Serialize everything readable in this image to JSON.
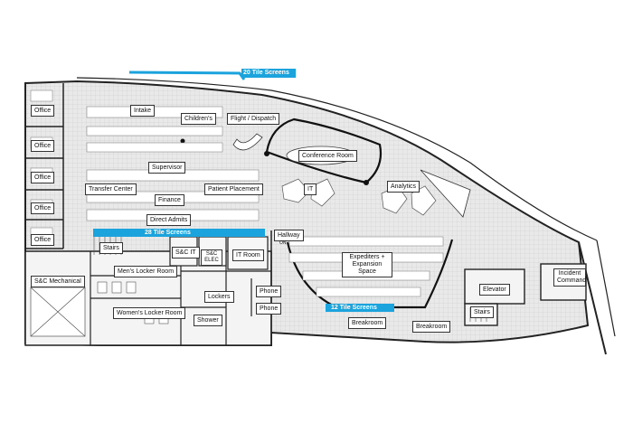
{
  "accent": "#1aa3dc",
  "screens": {
    "top": "20 Tile Screens",
    "left": "28 Tile Screens",
    "bottom": "12 Tile Screens"
  },
  "rooms": {
    "office1": "Office",
    "office2": "Office",
    "office3": "Office",
    "office4": "Office",
    "office5": "Office",
    "intake": "Intake",
    "childrens": "Children's",
    "flight_dispatch": "Flight / Dispatch",
    "conference_room": "Conference Room",
    "supervisor": "Supervisor",
    "transfer_center": "Transfer Center",
    "patient_placement": "Patient Placement",
    "finance": "Finance",
    "direct_admits": "Direct Admits",
    "it_zone": "IT",
    "analytics": "Analytics",
    "stairs_left": "Stairs",
    "sc_it": "S&C IT",
    "sc_elec": "S&C ELEC",
    "it_room": "IT Room",
    "hallway": "Hallway",
    "on_tag": "ON",
    "expediters": "Expediters + Expansion Space",
    "sc_mechanical": "S&C Mechanical",
    "mens_locker": "Men's Locker Room",
    "womens_locker": "Women's Locker Room",
    "lockers": "Lockers",
    "shower": "Shower",
    "phone1": "Phone",
    "phone2": "Phone",
    "breakroom1": "Breakroom",
    "breakroom2": "Breakroom",
    "elevator": "Elevator",
    "stairs_right": "Stairs",
    "incident_command": "Incident Command"
  }
}
